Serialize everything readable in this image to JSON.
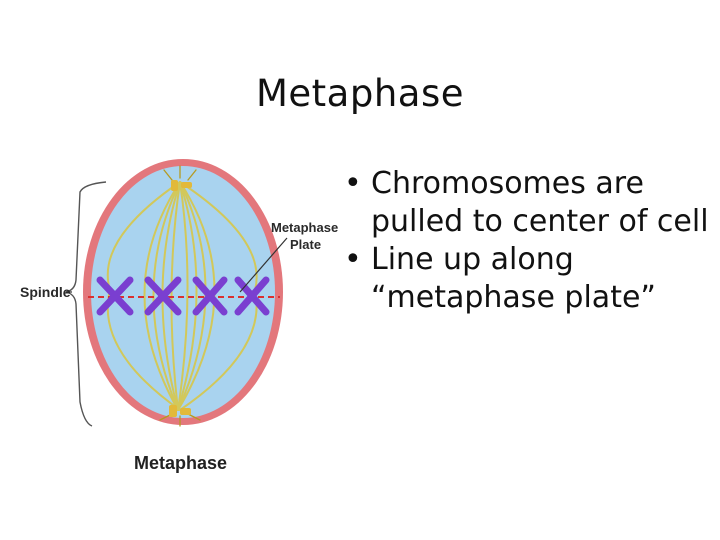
{
  "slide": {
    "title": "Metaphase",
    "bullets": [
      "Chromosomes are pulled to center of cell",
      "Line up along “metaphase plate”"
    ]
  },
  "diagram": {
    "spindle_label": "Spindle",
    "plate_label_line1": "Metaphase",
    "plate_label_line2": "Plate",
    "caption": "Metaphase"
  },
  "colors": {
    "cell_fill": "#a9d3ef",
    "cell_rim": "#e3777c",
    "spindle_fibers": "#d2c85a",
    "chromosomes": "#7a3fd0",
    "plate_line": "#d93030",
    "centrosome": "#e2b93a"
  }
}
